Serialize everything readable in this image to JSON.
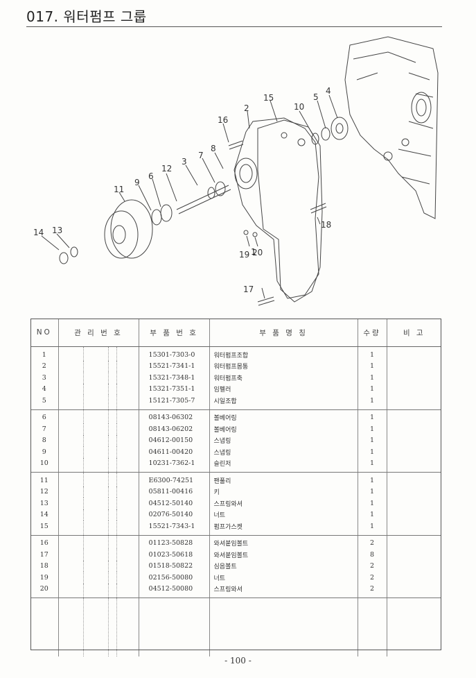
{
  "header": {
    "title": "017. 워터펌프 그룹"
  },
  "diagram": {
    "callouts": [
      "1",
      "2",
      "3",
      "4",
      "5",
      "6",
      "7",
      "8",
      "9",
      "10",
      "11",
      "12",
      "13",
      "14",
      "15",
      "16",
      "17",
      "18",
      "19",
      "20"
    ]
  },
  "table": {
    "headers": {
      "no": "NO",
      "mgmt": "관 리 번 호",
      "part_no": "부 품 번 호",
      "name": "부 품 명 칭",
      "qty": "수량",
      "remark": "비 고"
    },
    "rows": [
      {
        "no": "1",
        "part_no": "15301-7303-0",
        "name": "워터펌프조합",
        "qty": "1"
      },
      {
        "no": "2",
        "part_no": "15521-7341-1",
        "name": "워터펌프몸통",
        "qty": "1"
      },
      {
        "no": "3",
        "part_no": "15321-7348-1",
        "name": "워터펌프축",
        "qty": "1"
      },
      {
        "no": "4",
        "part_no": "15321-7351-1",
        "name": "임펠러",
        "qty": "1"
      },
      {
        "no": "5",
        "part_no": "15121-7305-7",
        "name": "시일조합",
        "qty": "1"
      },
      {
        "no": "6",
        "part_no": "08143-06302",
        "name": "볼베어링",
        "qty": "1"
      },
      {
        "no": "7",
        "part_no": "08143-06202",
        "name": "볼베어링",
        "qty": "1"
      },
      {
        "no": "8",
        "part_no": "04612-00150",
        "name": "스냅링",
        "qty": "1"
      },
      {
        "no": "9",
        "part_no": "04611-00420",
        "name": "스냅링",
        "qty": "1"
      },
      {
        "no": "10",
        "part_no": "10231-7362-1",
        "name": "슬린저",
        "qty": "1"
      },
      {
        "no": "11",
        "part_no": "E6300-74251",
        "name": "팬풀리",
        "qty": "1"
      },
      {
        "no": "12",
        "part_no": "05811-00416",
        "name": "키",
        "qty": "1"
      },
      {
        "no": "13",
        "part_no": "04512-50140",
        "name": "스프링와셔",
        "qty": "1"
      },
      {
        "no": "14",
        "part_no": "02076-50140",
        "name": "너트",
        "qty": "1"
      },
      {
        "no": "15",
        "part_no": "15521-7343-1",
        "name": "펌프가스켓",
        "qty": "1"
      },
      {
        "no": "16",
        "part_no": "01123-50828",
        "name": "와셔붙임볼트",
        "qty": "2"
      },
      {
        "no": "17",
        "part_no": "01023-50618",
        "name": "와셔붙임볼트",
        "qty": "8"
      },
      {
        "no": "18",
        "part_no": "01518-50822",
        "name": "심음볼트",
        "qty": "2"
      },
      {
        "no": "19",
        "part_no": "02156-50080",
        "name": "너트",
        "qty": "2"
      },
      {
        "no": "20",
        "part_no": "04512-50080",
        "name": "스프링와셔",
        "qty": "2"
      }
    ]
  },
  "footer": {
    "page": "- 100 -"
  }
}
